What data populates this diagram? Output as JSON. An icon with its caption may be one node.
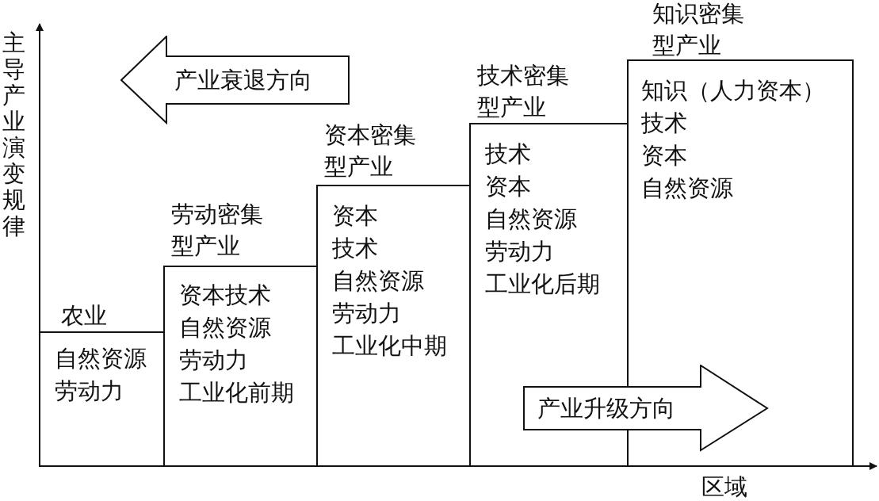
{
  "diagram": {
    "nodes": [
      {
        "text": [
          "农业",
          "自然资源",
          "劳动力"
        ]
      },
      {
        "text": [
          "劳动密集型产业",
          "资本技术",
          "自然资源",
          "劳动力",
          "工业化前期"
        ]
      },
      {
        "text": [
          "资本密集型产业",
          "资本",
          "技术",
          "自然资源",
          "劳动力",
          "工业化中期"
        ]
      },
      {
        "text": [
          "技术密集型产业",
          "技术",
          "资本",
          "自然资源",
          "劳动力",
          "工业化后期"
        ]
      },
      {
        "text": [
          "知识密集型产业",
          "知识（人力资本）",
          "技术",
          "资本",
          "自然资源"
        ]
      },
      {
        "text": [
          "产业衰退方向"
        ]
      },
      {
        "text": [
          "产业升级方向"
        ]
      }
    ],
    "labels": [
      "主导产业演变规律",
      "区域"
    ]
  }
}
